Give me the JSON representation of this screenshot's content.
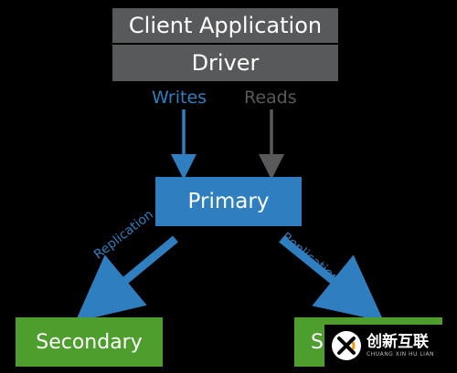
{
  "diagram": {
    "client_application": "Client Application",
    "driver": "Driver",
    "writes": "Writes",
    "reads": "Reads",
    "primary": "Primary",
    "replication_left": "Replication",
    "replication_right": "Replication",
    "secondary_left": "Secondary",
    "secondary_right": "S"
  },
  "watermark": {
    "name_cn": "创新互联",
    "name_en": "CHUANG XIN HU LIAN"
  },
  "colors": {
    "gray": "#58595b",
    "blue": "#2f7fc0",
    "green": "#4e9e2e",
    "background": "#000000"
  }
}
